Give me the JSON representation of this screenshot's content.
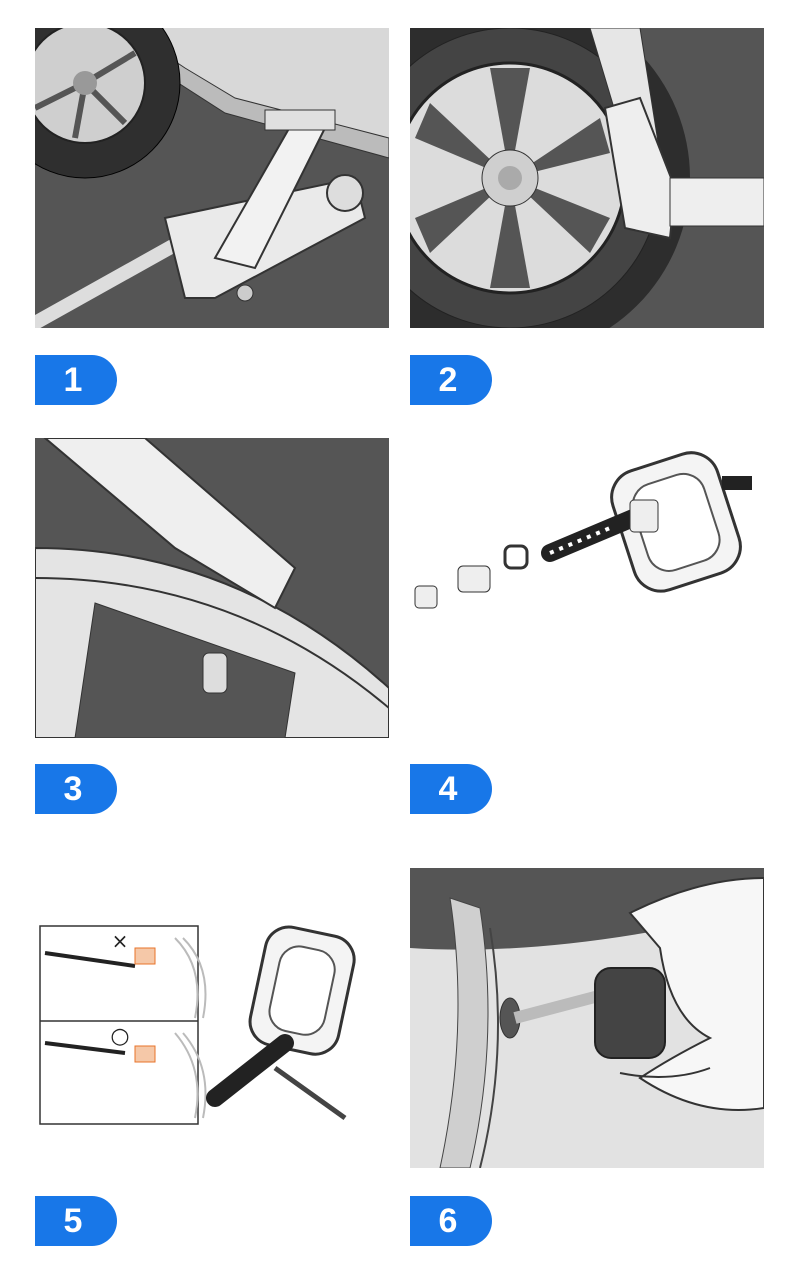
{
  "steps": [
    {
      "number": "1"
    },
    {
      "number": "2"
    },
    {
      "number": "3"
    },
    {
      "number": "4"
    },
    {
      "number": "5",
      "wrong_mark": "×",
      "right_mark": "○"
    },
    {
      "number": "6"
    }
  ],
  "colors": {
    "badge": "#1877e8",
    "ground": "#555555",
    "accent": "#e8732a"
  }
}
